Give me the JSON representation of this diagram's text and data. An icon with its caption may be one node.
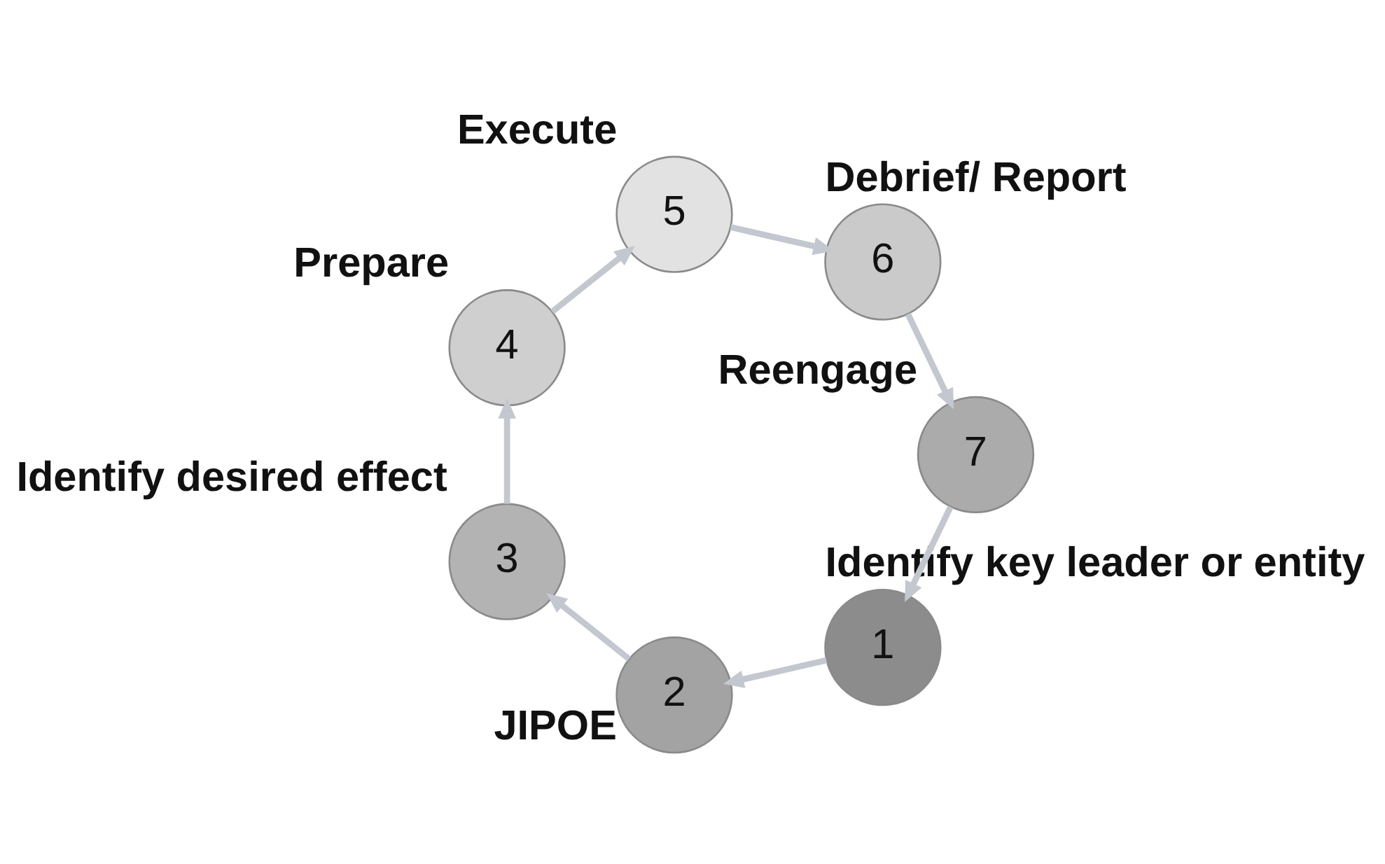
{
  "diagram": {
    "nodes": [
      {
        "text": [
          "1"
        ],
        "beside": [
          "Identify key leader or entity"
        ]
      },
      {
        "text": [
          "2"
        ],
        "beside": [
          "JIPOE"
        ]
      },
      {
        "text": [
          "3"
        ],
        "beside": [
          "Identify desired effect"
        ]
      },
      {
        "text": [
          "4"
        ],
        "beside": [
          "Prepare"
        ]
      },
      {
        "text": [
          "5"
        ],
        "beside": [
          "Execute"
        ]
      },
      {
        "text": [
          "6"
        ],
        "beside": [
          "Debrief/ Report"
        ]
      },
      {
        "text": [
          "7"
        ],
        "beside": [
          "Reengage"
        ]
      }
    ],
    "edges": [
      {
        "from": 0,
        "to": 1,
        "arrow": "to"
      },
      {
        "from": 1,
        "to": 2,
        "arrow": "to"
      },
      {
        "from": 2,
        "to": 3,
        "arrow": "to"
      },
      {
        "from": 3,
        "to": 4,
        "arrow": "to"
      },
      {
        "from": 4,
        "to": 5,
        "arrow": "to"
      },
      {
        "from": 5,
        "to": 6,
        "arrow": "to"
      },
      {
        "from": 6,
        "to": 0,
        "arrow": "to"
      }
    ]
  }
}
